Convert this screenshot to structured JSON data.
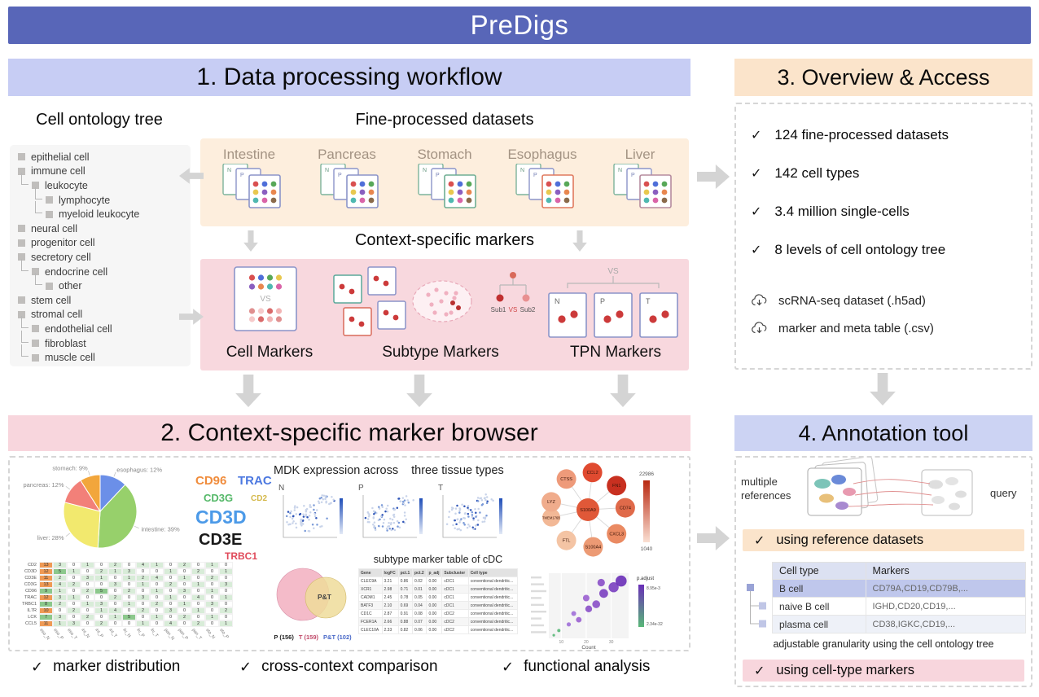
{
  "banner": {
    "title": "PreDigs"
  },
  "colors": {
    "banner": "#5866b8",
    "sec1": "#c7cdf4",
    "sec2": "#f8d6dd",
    "sec3": "#fbe4cb",
    "sec4": "#ccd3f3",
    "datasets_box": "#fdeedd",
    "markers_box": "#f8d8de",
    "tree_box": "#f6f6f6",
    "arrow": "#d4d4d4"
  },
  "section1": {
    "title": "1. Data processing workflow",
    "ontology_title": "Cell ontology tree",
    "ontology_items": [
      {
        "label": "epithelial cell",
        "level": 0
      },
      {
        "label": "immune cell",
        "level": 0
      },
      {
        "label": "leukocyte",
        "level": 1
      },
      {
        "label": "lymphocyte",
        "level": 2
      },
      {
        "label": "myeloid leukocyte",
        "level": 2
      },
      {
        "label": "neural cell",
        "level": 0
      },
      {
        "label": "progenitor cell",
        "level": 0
      },
      {
        "label": "secretory cell",
        "level": 0
      },
      {
        "label": "endocrine cell",
        "level": 1
      },
      {
        "label": "other",
        "level": 2
      },
      {
        "label": "stem cell",
        "level": 0
      },
      {
        "label": "stromal cell",
        "level": 0
      },
      {
        "label": "endothelial cell",
        "level": 1
      },
      {
        "label": "fibroblast",
        "level": 1
      },
      {
        "label": "muscle cell",
        "level": 1
      }
    ],
    "datasets_title": "Fine-processed datasets",
    "tissues": [
      {
        "name": "Intestine",
        "accent": "#8b94c9"
      },
      {
        "name": "Pancreas",
        "accent": "#8b94c9"
      },
      {
        "name": "Stomach",
        "accent": "#6fae93"
      },
      {
        "name": "Esophagus",
        "accent": "#e0795e"
      },
      {
        "name": "Liver",
        "accent": "#b58b9e"
      }
    ],
    "card_letters": [
      "N",
      "P"
    ],
    "dot_colors": [
      "#d95050",
      "#4f6fd9",
      "#58a858",
      "#e8c84f",
      "#8a5fc0",
      "#e8874f",
      "#4fb8b0",
      "#d964a8",
      "#8a6a4a"
    ],
    "markers_title": "Context-specific markers",
    "marker_groups": [
      "Cell Markers",
      "Subtype Markers",
      "TPN Markers"
    ],
    "vs": "VS",
    "subtype_labels": {
      "sub1": "Sub1",
      "vs": "VS",
      "sub2": "Sub2"
    },
    "tpn_letters": [
      "N",
      "P",
      "T"
    ]
  },
  "section2": {
    "title": "2. Context-specific marker browser",
    "check": "✓",
    "features": [
      "marker distribution",
      "cross-context comparison",
      "functional analysis"
    ]
  },
  "chart_data": [
    {
      "id": "tissue-pie",
      "type": "pie",
      "slices": [
        {
          "label": "esophagus: 12%",
          "value": 12,
          "color": "#6b8fe8"
        },
        {
          "label": "intestine: 39%",
          "value": 39,
          "color": "#97d06b"
        },
        {
          "label": "liver: 28%",
          "value": 28,
          "color": "#f2e96e"
        },
        {
          "label": "pancreas: 12%",
          "value": 12,
          "color": "#f28079"
        },
        {
          "label": "stomach: 9%",
          "value": 9,
          "color": "#f2a63c"
        }
      ]
    },
    {
      "id": "gene-cloud",
      "type": "wordcloud",
      "genes": [
        {
          "name": "CD96",
          "color": "#f08c3c",
          "size": 15
        },
        {
          "name": "TRAC",
          "color": "#4c78e0",
          "size": 15
        },
        {
          "name": "CD3G",
          "color": "#54b868",
          "size": 13
        },
        {
          "name": "CD2",
          "color": "#d4b84a",
          "size": 10
        },
        {
          "name": "CD3D",
          "color": "#4c9ae8",
          "size": 23
        },
        {
          "name": "CD3E",
          "color": "#1a1a1a",
          "size": 20
        },
        {
          "name": "TRBC1",
          "color": "#e04a5a",
          "size": 12
        }
      ]
    },
    {
      "id": "marker-heatmap",
      "type": "heatmap",
      "row_labels": [
        "CD2",
        "CD3D",
        "CD3E",
        "CD3G",
        "CD96",
        "TRAC",
        "TRBC1",
        "IL7R",
        "LCK",
        "CCL5"
      ],
      "col_labels": [
        "eso_N",
        "eso_P",
        "eso_T",
        "int_N",
        "int_P",
        "int_T",
        "liv_N",
        "liv_P",
        "liv_T",
        "pan_N",
        "pan_P",
        "pan_T",
        "sto_N",
        "sto_P"
      ],
      "values": [
        [
          13,
          3,
          0,
          1,
          0,
          2,
          0,
          4,
          1,
          0,
          2,
          0,
          1,
          0
        ],
        [
          12,
          5,
          1,
          0,
          2,
          1,
          3,
          0,
          0,
          1,
          0,
          2,
          0,
          1
        ],
        [
          11,
          2,
          0,
          3,
          1,
          0,
          1,
          2,
          4,
          0,
          1,
          0,
          2,
          0
        ],
        [
          13,
          4,
          2,
          0,
          0,
          3,
          0,
          1,
          0,
          2,
          0,
          1,
          0,
          3
        ],
        [
          9,
          1,
          0,
          2,
          5,
          0,
          2,
          0,
          1,
          0,
          3,
          0,
          1,
          0
        ],
        [
          12,
          3,
          1,
          0,
          0,
          2,
          0,
          3,
          0,
          1,
          0,
          4,
          0,
          1
        ],
        [
          8,
          2,
          0,
          1,
          3,
          0,
          1,
          0,
          2,
          0,
          1,
          0,
          3,
          0
        ],
        [
          10,
          0,
          2,
          0,
          1,
          4,
          0,
          2,
          0,
          3,
          0,
          1,
          0,
          2
        ],
        [
          7,
          3,
          0,
          2,
          0,
          1,
          5,
          0,
          1,
          0,
          2,
          0,
          1,
          0
        ],
        [
          11,
          1,
          3,
          0,
          2,
          0,
          0,
          1,
          0,
          4,
          0,
          2,
          0,
          1
        ]
      ]
    },
    {
      "id": "umap-panels",
      "type": "scatter",
      "title": [
        "MDK expression across",
        "three tissue types"
      ],
      "panels": [
        "N",
        "P",
        "T"
      ]
    },
    {
      "id": "venn",
      "type": "venn",
      "label": "P&T",
      "caption": [
        {
          "text": "P (156)",
          "color": "#222222"
        },
        {
          "text": "T (159)",
          "color": "#c04868"
        },
        {
          "text": "P&T (102)",
          "color": "#4868c8"
        }
      ]
    },
    {
      "id": "cdc-table",
      "type": "table",
      "title": "subtype marker table of cDC",
      "headers": [
        "Gene",
        "logFC",
        "pct.1",
        "pct.2",
        "p_adj",
        "Subcluster",
        "Cell type"
      ],
      "rows": [
        [
          "CLEC9A",
          "3.21",
          "0.86",
          "0.02",
          "0.00",
          "cDC1",
          "conventional dendritic..."
        ],
        [
          "XCR1",
          "2.98",
          "0.71",
          "0.01",
          "0.00",
          "cDC1",
          "conventional dendritic..."
        ],
        [
          "CADM1",
          "2.45",
          "0.78",
          "0.05",
          "0.00",
          "cDC1",
          "conventional dendritic..."
        ],
        [
          "BATF3",
          "2.10",
          "0.69",
          "0.04",
          "0.00",
          "cDC1",
          "conventional dendritic..."
        ],
        [
          "CD1C",
          "2.87",
          "0.91",
          "0.08",
          "0.00",
          "cDC2",
          "conventional dendritic..."
        ],
        [
          "FCER1A",
          "2.66",
          "0.88",
          "0.07",
          "0.00",
          "cDC2",
          "conventional dendritic..."
        ],
        [
          "CLEC10A",
          "2.33",
          "0.82",
          "0.06",
          "0.00",
          "cDC2",
          "conventional dendritic..."
        ]
      ]
    },
    {
      "id": "gene-network",
      "type": "network",
      "center": {
        "name": "S100A9",
        "color": "#e05838"
      },
      "nodes": [
        {
          "name": "CCL2",
          "color": "#e04a30"
        },
        {
          "name": "FN1",
          "color": "#c83020"
        },
        {
          "name": "CD74",
          "color": "#e06a4a"
        },
        {
          "name": "CXCL3",
          "color": "#ea8a62"
        },
        {
          "name": "S100A4",
          "color": "#ec9a74"
        },
        {
          "name": "FTL",
          "color": "#f4c4a4"
        },
        {
          "name": "TMEM176B",
          "color": "#f2b896"
        },
        {
          "name": "LYZ",
          "color": "#f0ac8c"
        },
        {
          "name": "CTSS",
          "color": "#ee9a7a"
        }
      ],
      "scale": {
        "max": "22986",
        "min": "1040"
      }
    },
    {
      "id": "enrich-dotplot",
      "type": "scatter",
      "legend_title": "p.adjust",
      "legend_max": "8.95e-3",
      "legend_min": "2.34e-32",
      "xlabel": "Count",
      "xticks": [
        "10",
        "20",
        "30"
      ],
      "points": [
        {
          "x": 9,
          "y": 72,
          "r": 2,
          "c": "#58b878"
        },
        {
          "x": 7,
          "y": 78,
          "r": 1.6,
          "c": "#58b878"
        },
        {
          "x": 13,
          "y": 64,
          "r": 2.6,
          "c": "#a06fd8"
        },
        {
          "x": 17,
          "y": 58,
          "r": 3.4,
          "c": "#9a5fd0"
        },
        {
          "x": 15,
          "y": 50,
          "r": 3,
          "c": "#a06fd8"
        },
        {
          "x": 21,
          "y": 44,
          "r": 4.2,
          "c": "#8a4fc8"
        },
        {
          "x": 24,
          "y": 38,
          "r": 4.8,
          "c": "#8a4fc8"
        },
        {
          "x": 20,
          "y": 30,
          "r": 4,
          "c": "#9a5fd0"
        },
        {
          "x": 27,
          "y": 24,
          "r": 5.4,
          "c": "#7a3fc0"
        },
        {
          "x": 31,
          "y": 16,
          "r": 6.2,
          "c": "#7a3fc0"
        },
        {
          "x": 34,
          "y": 8,
          "r": 6.8,
          "c": "#6a2fb8"
        },
        {
          "x": 26,
          "y": 10,
          "r": 4.6,
          "c": "#8a4fc8"
        }
      ]
    }
  ],
  "section3": {
    "title": "3. Overview & Access",
    "check": "✓",
    "stats": [
      "124 fine-processed datasets",
      "142 cell types",
      "3.4 million single-cells",
      "8 levels of cell ontology tree"
    ],
    "downloads": [
      "scRNA-seq dataset (.h5ad)",
      "marker and meta table (.csv)"
    ]
  },
  "section4": {
    "title": "4. Annotation tool",
    "references_label": "multiple references",
    "query_label": "query",
    "check": "✓",
    "feature_reference": "using reference datasets",
    "table": {
      "headers": [
        "Cell type",
        "Markers"
      ],
      "rows": [
        {
          "type": "B cell",
          "markers": "CD79A,CD19,CD79B,...",
          "highlight": true
        },
        {
          "type": "naive B cell",
          "markers": "IGHD,CD20,CD19,...",
          "highlight": false
        },
        {
          "type": "plasma cell",
          "markers": "CD38,IGKC,CD19,...",
          "highlight": false
        }
      ]
    },
    "note": "adjustable granularity using the cell ontology tree",
    "feature_markers": "using cell-type markers"
  }
}
